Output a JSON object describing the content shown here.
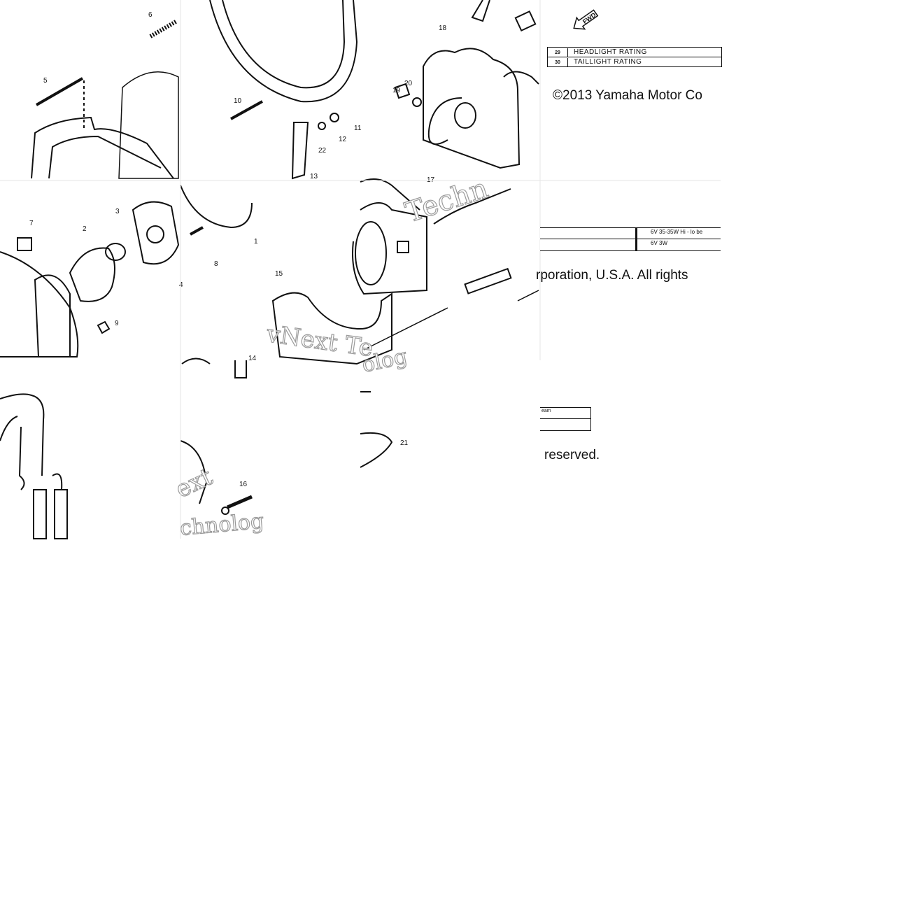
{
  "diagram": {
    "callouts": [
      "1",
      "2",
      "3",
      "4",
      "5",
      "6",
      "7",
      "8",
      "9",
      "10",
      "11",
      "12",
      "13",
      "14",
      "15",
      "16",
      "17",
      "18",
      "19",
      "20",
      "21",
      "22"
    ],
    "direction_arrow": "FWD",
    "spec_table": [
      {
        "no": "29",
        "label": "HEADLIGHT RATING"
      },
      {
        "no": "30",
        "label": "TAILLIGHT RATING"
      }
    ],
    "spec_values": {
      "headlight": "6V 35-35W Hi - lo be",
      "taillight": "6V 3W"
    },
    "small_table_label": "eam",
    "copyright_fragments": {
      "line1": "©2013 Yamaha Motor Co",
      "line2": "rporation, U.S.A. All rights",
      "line3": "reserved."
    },
    "watermark_fragments": [
      "vNext Te",
      "Techn",
      "chnolog",
      "ext",
      "olog"
    ]
  }
}
